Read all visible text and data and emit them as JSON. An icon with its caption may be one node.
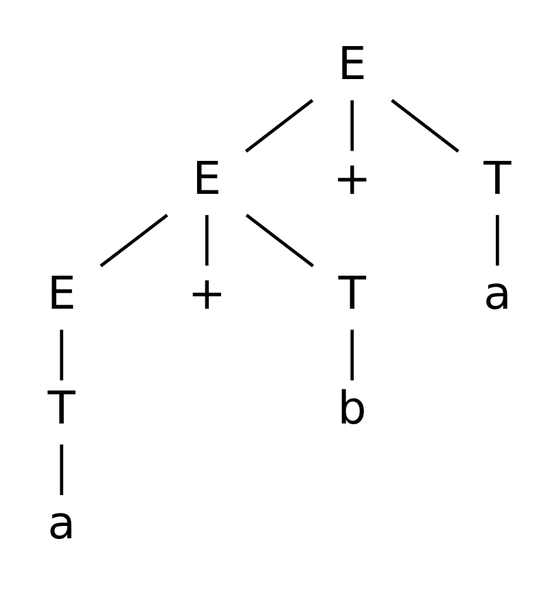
{
  "diagram": {
    "nodes": [
      {
        "text": [
          "E"
        ]
      },
      {
        "text": [
          "E"
        ]
      },
      {
        "text": [
          "+"
        ]
      },
      {
        "text": [
          "T"
        ]
      },
      {
        "text": [
          "E"
        ]
      },
      {
        "text": [
          "+"
        ]
      },
      {
        "text": [
          "T"
        ]
      },
      {
        "text": [
          "a"
        ]
      },
      {
        "text": [
          "T"
        ]
      },
      {
        "text": [
          "b"
        ]
      },
      {
        "text": [
          "a"
        ]
      }
    ],
    "edges": [
      {
        "from": 0,
        "to": 1,
        "arrow": "none"
      },
      {
        "from": 0,
        "to": 2,
        "arrow": "none"
      },
      {
        "from": 0,
        "to": 3,
        "arrow": "none"
      },
      {
        "from": 1,
        "to": 4,
        "arrow": "none"
      },
      {
        "from": 1,
        "to": 5,
        "arrow": "none"
      },
      {
        "from": 1,
        "to": 6,
        "arrow": "none"
      },
      {
        "from": 3,
        "to": 7,
        "arrow": "none"
      },
      {
        "from": 4,
        "to": 8,
        "arrow": "none"
      },
      {
        "from": 6,
        "to": 9,
        "arrow": "none"
      },
      {
        "from": 8,
        "to": 10,
        "arrow": "none"
      }
    ]
  }
}
